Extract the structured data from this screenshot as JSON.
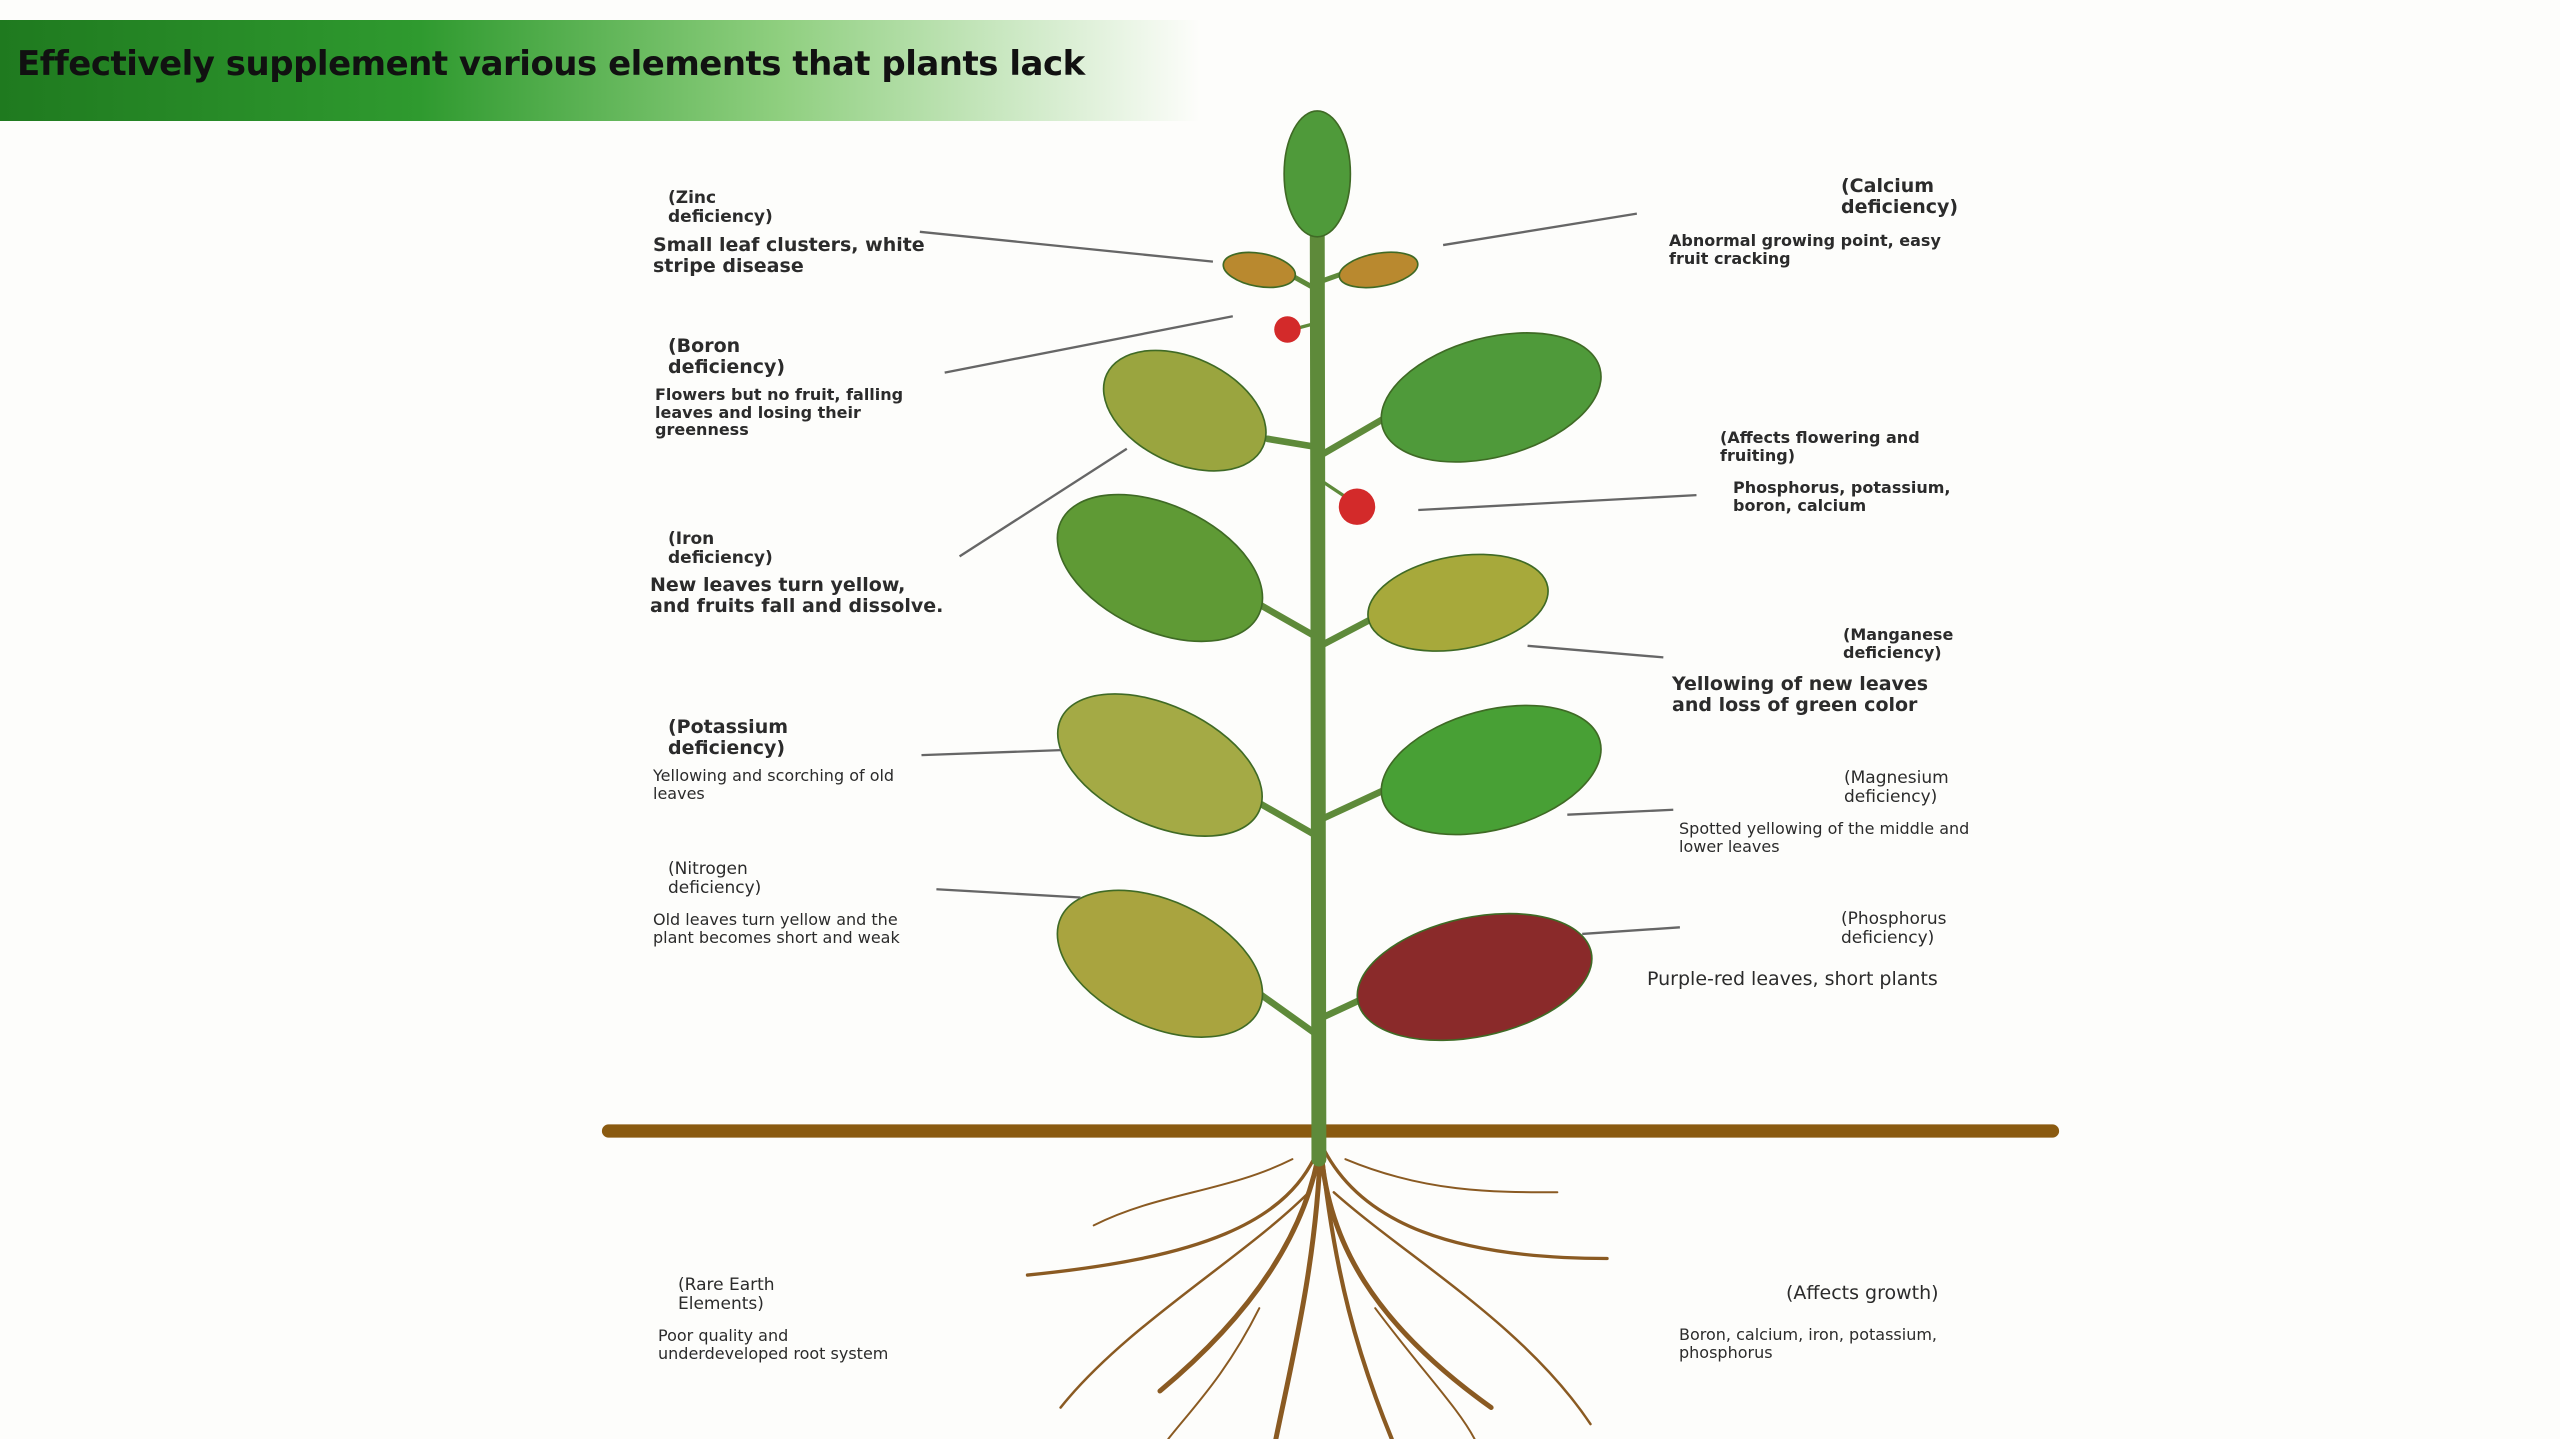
{
  "title": "Effectively supplement various elements that plants lack",
  "colors": {
    "banner": "#1f7a1f",
    "ground": "#8a5a10",
    "stem": "#5e8a3a"
  },
  "labels": {
    "zinc": {
      "heading": "(Zinc deficiency)",
      "desc": "Small leaf clusters, white stripe disease"
    },
    "boron": {
      "heading": "(Boron deficiency)",
      "desc": "Flowers but no fruit, falling leaves and losing their greenness"
    },
    "iron": {
      "heading": "(Iron deficiency)",
      "desc": "New leaves turn yellow, and fruits fall and dissolve."
    },
    "potassium": {
      "heading": "(Potassium deficiency)",
      "desc": "Yellowing and scorching of old leaves"
    },
    "nitrogen": {
      "heading": "(Nitrogen deficiency)",
      "desc": "Old leaves turn yellow and the plant becomes short and weak"
    },
    "rare_earth": {
      "heading": "(Rare Earth Elements)",
      "desc": "Poor quality and underdeveloped root system"
    },
    "calcium": {
      "heading": "(Calcium deficiency)",
      "desc": "Abnormal growing point, easy fruit cracking"
    },
    "flowering": {
      "heading": "(Affects flowering and fruiting)",
      "desc": "Phosphorus, potassium, boron, calcium"
    },
    "manganese": {
      "heading": "(Manganese deficiency)",
      "desc": "Yellowing of new leaves and loss of green color"
    },
    "magnesium": {
      "heading": "(Magnesium deficiency)",
      "desc": "Spotted yellowing of the middle and lower leaves"
    },
    "phosphorus": {
      "heading": "(Phosphorus deficiency)",
      "desc": "Purple-red leaves, short plants"
    },
    "growth": {
      "heading": "(Affects growth)",
      "desc": "Boron, calcium, iron, potassium, phosphorus"
    }
  }
}
